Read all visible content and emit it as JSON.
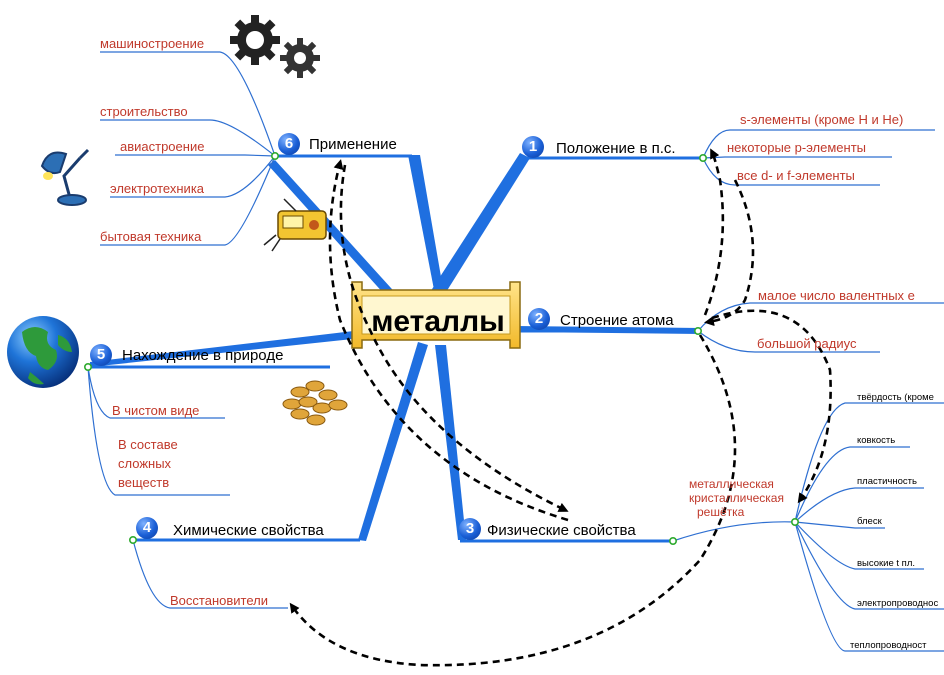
{
  "center": {
    "label": "металлы"
  },
  "topics": [
    {
      "num": "1",
      "label": "Положение в п.с."
    },
    {
      "num": "2",
      "label": "Строение атома"
    },
    {
      "num": "3",
      "label": "Физические свойства"
    },
    {
      "num": "4",
      "label": "Химические свойства"
    },
    {
      "num": "5",
      "label": "Нахождение в природе"
    },
    {
      "num": "6",
      "label": "Применение"
    }
  ],
  "position_items": [
    "s-элементы (кроме Н и Не)",
    "некоторые р-элементы",
    "все d- и f-элементы"
  ],
  "atom_items": [
    "малое число валентных е",
    "большой радиус"
  ],
  "lattice": {
    "label_lines": [
      "металлическая",
      "кристаллическая",
      "решётка"
    ]
  },
  "physical_items": [
    "твёрдость (кроме",
    "ковкость",
    "пластичность",
    "блеск",
    "высокие t пл.",
    "электропроводнос",
    "теплопроводност"
  ],
  "chemical_items": [
    "Восстановители"
  ],
  "nature_items": [
    "В чистом виде",
    "В составе сложных веществ"
  ],
  "application_items": [
    "машиностроение",
    "строительство",
    "авиастроение",
    "электротехника",
    "бытовая техника"
  ],
  "colors": {
    "branch": "#1f6fe0",
    "leaf": "#2e6fd1",
    "node_dot": "#2eaa2e",
    "item_text": "#c0392b",
    "center_fill": "#f7c948",
    "arrow": "#000000"
  },
  "icons": [
    "gears-icon",
    "desk-lamp-icon",
    "radio-icon",
    "globe-icon",
    "coins-icon"
  ]
}
